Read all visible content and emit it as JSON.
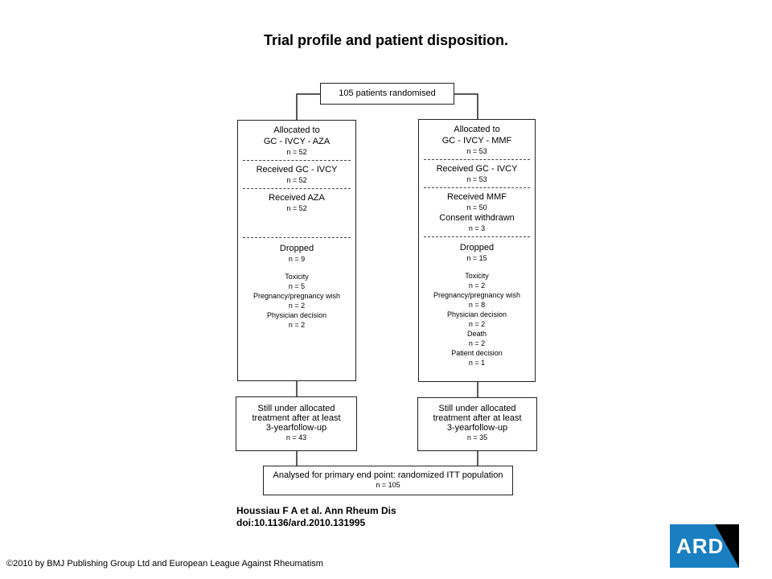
{
  "title": "Trial profile and patient disposition.",
  "top_box": "105 patients randomised",
  "left_arm": {
    "allocated": [
      "Allocated to",
      "GC - IVCY - AZA"
    ],
    "allocated_n": "n = 52",
    "received1": "Received GC - IVCY",
    "received1_n": "n = 52",
    "received2": "Received AZA",
    "received2_n": "n = 52",
    "dropped": "Dropped",
    "dropped_n": "n = 9",
    "reasons": [
      "Toxicity",
      "n = 5",
      "Pregnancy/pregnancy wish",
      "n = 2",
      "Physician decision",
      "n = 2"
    ],
    "followup": [
      "Still under allocated",
      "treatment after at least",
      "3-yearfollow-up"
    ],
    "followup_n": "n = 43"
  },
  "right_arm": {
    "allocated": [
      "Allocated to",
      "GC - IVCY - MMF"
    ],
    "allocated_n": "n = 53",
    "received1": "Received GC - IVCY",
    "received1_n": "n = 53",
    "received2": "Received MMF",
    "received2_n": "n = 50",
    "withdrawn": "Consent withdrawn",
    "withdrawn_n": "n = 3",
    "dropped": "Dropped",
    "dropped_n": "n = 15",
    "reasons": [
      "Toxicity",
      "n = 2",
      "Pregnancy/pregnancy wish",
      "n = 8",
      "Physician decision",
      "n = 2",
      "Death",
      "n = 2",
      "Patient decision",
      "n = 1"
    ],
    "followup": [
      "Still under allocated",
      "treatment after at least",
      "3-yearfollow-up"
    ],
    "followup_n": "n = 35"
  },
  "bottom_box": [
    "Analysed for primary end point: randomized ITT population",
    "n = 105"
  ],
  "citation": [
    "Houssiau F A et al. Ann Rheum Dis",
    "doi:10.1136/ard.2010.131995"
  ],
  "copyright": "©2010 by BMJ Publishing Group Ltd and European League Against Rheumatism",
  "logo_text": "ARD",
  "colors": {
    "logo_blue": "#1a7fc1",
    "logo_black": "#000000"
  }
}
